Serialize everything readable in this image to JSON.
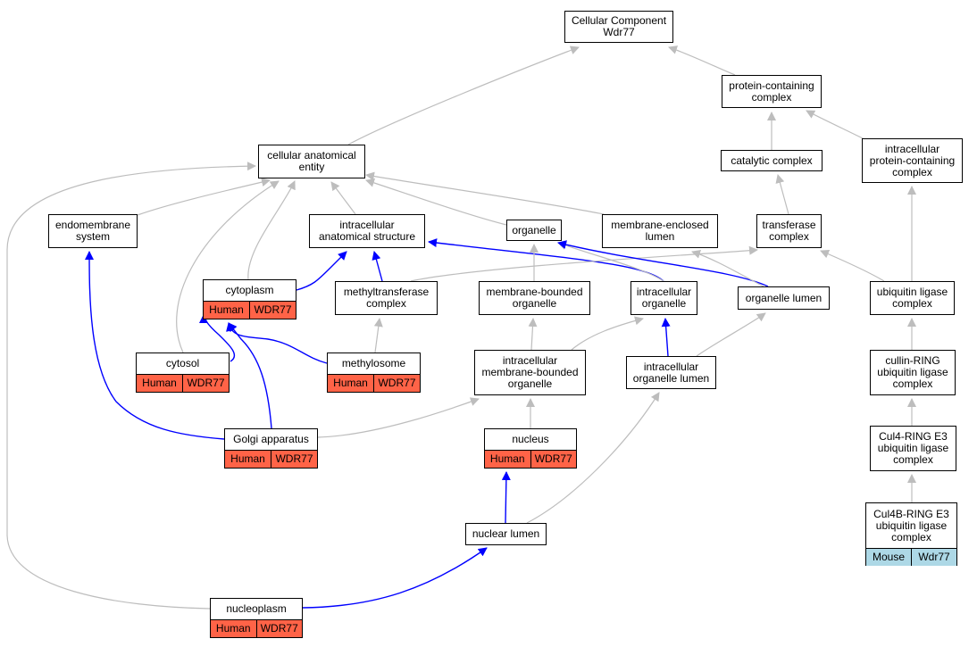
{
  "colors": {
    "is_a": "#bdbdbd",
    "annotation_edge": "#0000ff",
    "human": "#ff6347",
    "mouse": "#add8e6"
  },
  "nodes": {
    "root": {
      "label": "Cellular Component\nWdr77"
    },
    "protein_containing_complex": {
      "label": "protein-containing\ncomplex"
    },
    "cellular_anatomical_entity": {
      "label": "cellular anatomical\nentity"
    },
    "catalytic_complex": {
      "label": "catalytic complex"
    },
    "intracellular_protein_containing_complex": {
      "label": "intracellular\nprotein-containing\ncomplex"
    },
    "endomembrane_system": {
      "label": "endomembrane\nsystem"
    },
    "intracellular_anatomical_structure": {
      "label": "intracellular\nanatomical structure"
    },
    "organelle": {
      "label": "organelle"
    },
    "membrane_enclosed_lumen": {
      "label": "membrane-enclosed\nlumen"
    },
    "transferase_complex": {
      "label": "transferase\ncomplex"
    },
    "cytoplasm": {
      "label": "cytoplasm",
      "species": "Human",
      "gene": "WDR77"
    },
    "methyltransferase_complex": {
      "label": "methyltransferase\ncomplex"
    },
    "membrane_bounded_organelle": {
      "label": "membrane-bounded\norganelle"
    },
    "intracellular_organelle": {
      "label": "intracellular\norganelle"
    },
    "organelle_lumen": {
      "label": "organelle lumen"
    },
    "ubiquitin_ligase_complex": {
      "label": "ubiquitin ligase\ncomplex"
    },
    "cytosol": {
      "label": "cytosol",
      "species": "Human",
      "gene": "WDR77"
    },
    "methylosome": {
      "label": "methylosome",
      "species": "Human",
      "gene": "WDR77"
    },
    "intracellular_membrane_bounded_organelle": {
      "label": "intracellular\nmembrane-bounded\norganelle"
    },
    "intracellular_organelle_lumen": {
      "label": "intracellular\norganelle lumen"
    },
    "cullin_ring_ubiquitin_ligase_complex": {
      "label": "cullin-RING\nubiquitin ligase\ncomplex"
    },
    "golgi_apparatus": {
      "label": "Golgi apparatus",
      "species": "Human",
      "gene": "WDR77"
    },
    "nucleus": {
      "label": "nucleus",
      "species": "Human",
      "gene": "WDR77"
    },
    "cul4_ring_e3": {
      "label": "Cul4-RING E3\nubiquitin ligase\ncomplex"
    },
    "nuclear_lumen": {
      "label": "nuclear lumen"
    },
    "cul4b_ring_e3": {
      "label": "Cul4B-RING E3\nubiquitin ligase\ncomplex",
      "species": "Mouse",
      "gene": "Wdr77"
    },
    "nucleoplasm": {
      "label": "nucleoplasm",
      "species": "Human",
      "gene": "WDR77"
    }
  },
  "edges": [
    {
      "from": "protein_containing_complex",
      "to": "root",
      "kind": "is_a"
    },
    {
      "from": "cellular_anatomical_entity",
      "to": "root",
      "kind": "is_a"
    },
    {
      "from": "catalytic_complex",
      "to": "protein_containing_complex",
      "kind": "is_a"
    },
    {
      "from": "intracellular_protein_containing_complex",
      "to": "protein_containing_complex",
      "kind": "is_a"
    },
    {
      "from": "transferase_complex",
      "to": "catalytic_complex",
      "kind": "is_a"
    },
    {
      "from": "endomembrane_system",
      "to": "cellular_anatomical_entity",
      "kind": "is_a"
    },
    {
      "from": "intracellular_anatomical_structure",
      "to": "cellular_anatomical_entity",
      "kind": "is_a"
    },
    {
      "from": "organelle",
      "to": "cellular_anatomical_entity",
      "kind": "is_a"
    },
    {
      "from": "membrane_enclosed_lumen",
      "to": "cellular_anatomical_entity",
      "kind": "is_a"
    },
    {
      "from": "cytoplasm",
      "to": "cellular_anatomical_entity",
      "kind": "is_a"
    },
    {
      "from": "cytosol",
      "to": "cellular_anatomical_entity",
      "kind": "is_a"
    },
    {
      "from": "nucleoplasm",
      "to": "cellular_anatomical_entity",
      "kind": "is_a"
    },
    {
      "from": "cytoplasm",
      "to": "intracellular_anatomical_structure",
      "kind": "annotation"
    },
    {
      "from": "methyltransferase_complex",
      "to": "intracellular_anatomical_structure",
      "kind": "annotation"
    },
    {
      "from": "intracellular_organelle",
      "to": "intracellular_anatomical_structure",
      "kind": "annotation"
    },
    {
      "from": "methyltransferase_complex",
      "to": "transferase_complex",
      "kind": "is_a"
    },
    {
      "from": "membrane_bounded_organelle",
      "to": "organelle",
      "kind": "is_a"
    },
    {
      "from": "intracellular_organelle",
      "to": "organelle",
      "kind": "is_a"
    },
    {
      "from": "organelle_lumen",
      "to": "organelle",
      "kind": "annotation"
    },
    {
      "from": "organelle_lumen",
      "to": "membrane_enclosed_lumen",
      "kind": "is_a"
    },
    {
      "from": "ubiquitin_ligase_complex",
      "to": "transferase_complex",
      "kind": "is_a"
    },
    {
      "from": "ubiquitin_ligase_complex",
      "to": "intracellular_protein_containing_complex",
      "kind": "is_a"
    },
    {
      "from": "cytosol",
      "to": "cytoplasm",
      "kind": "annotation"
    },
    {
      "from": "methylosome",
      "to": "cytoplasm",
      "kind": "annotation"
    },
    {
      "from": "methylosome",
      "to": "methyltransferase_complex",
      "kind": "is_a"
    },
    {
      "from": "intracellular_membrane_bounded_organelle",
      "to": "membrane_bounded_organelle",
      "kind": "is_a"
    },
    {
      "from": "intracellular_membrane_bounded_organelle",
      "to": "intracellular_organelle",
      "kind": "is_a"
    },
    {
      "from": "intracellular_organelle_lumen",
      "to": "intracellular_organelle",
      "kind": "annotation"
    },
    {
      "from": "intracellular_organelle_lumen",
      "to": "organelle_lumen",
      "kind": "is_a"
    },
    {
      "from": "cullin_ring_ubiquitin_ligase_complex",
      "to": "ubiquitin_ligase_complex",
      "kind": "is_a"
    },
    {
      "from": "golgi_apparatus",
      "to": "endomembrane_system",
      "kind": "annotation"
    },
    {
      "from": "golgi_apparatus",
      "to": "cytoplasm",
      "kind": "annotation"
    },
    {
      "from": "golgi_apparatus",
      "to": "intracellular_membrane_bounded_organelle",
      "kind": "is_a"
    },
    {
      "from": "nucleus",
      "to": "intracellular_membrane_bounded_organelle",
      "kind": "is_a"
    },
    {
      "from": "cul4_ring_e3",
      "to": "cullin_ring_ubiquitin_ligase_complex",
      "kind": "is_a"
    },
    {
      "from": "nuclear_lumen",
      "to": "nucleus",
      "kind": "annotation"
    },
    {
      "from": "nuclear_lumen",
      "to": "intracellular_organelle_lumen",
      "kind": "is_a"
    },
    {
      "from": "cul4b_ring_e3",
      "to": "cul4_ring_e3",
      "kind": "is_a"
    },
    {
      "from": "nucleoplasm",
      "to": "nuclear_lumen",
      "kind": "annotation"
    }
  ]
}
